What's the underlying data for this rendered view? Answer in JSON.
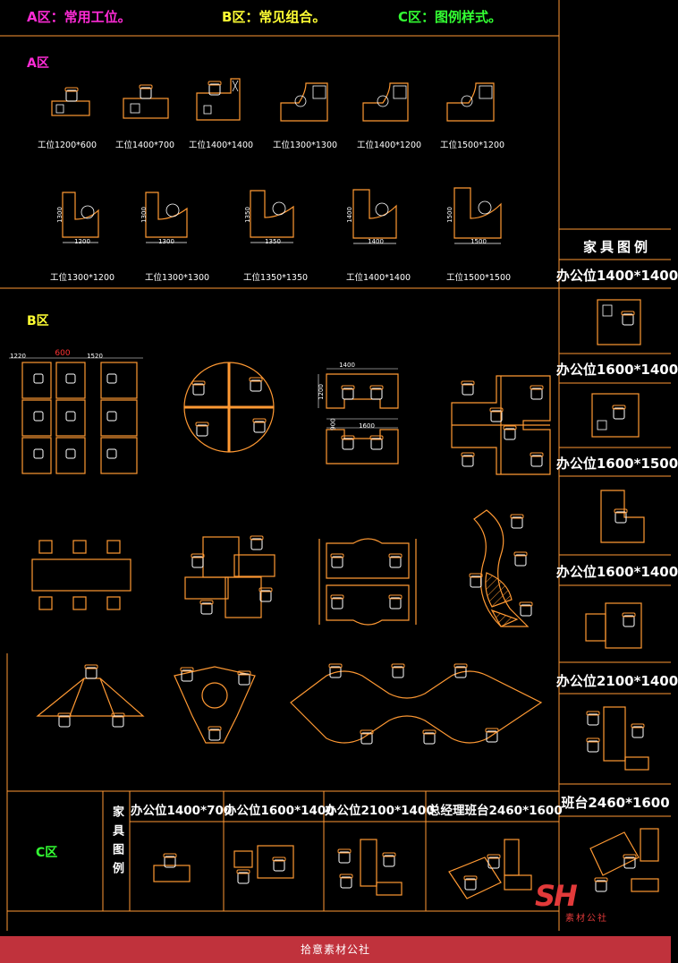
{
  "header": {
    "zone_a": "A区：常用工位。",
    "zone_b": "B区：常见组合。",
    "zone_c": "C区：图例样式。"
  },
  "section_a": {
    "label": "A区",
    "row1": [
      "工位1200*600",
      "工位1400*700",
      "工位1400*1400",
      "工位1300*1300",
      "工位1400*1200",
      "工位1500*1200"
    ],
    "row2": [
      "工位1300*1200",
      "工位1300*1300",
      "工位1350*1350",
      "工位1400*1400",
      "工位1500*1500"
    ],
    "dims_w": [
      "1200",
      "1300",
      "1350",
      "1400",
      "1500"
    ],
    "dims_h": [
      "1300",
      "1300",
      "1350",
      "1400",
      "1500"
    ]
  },
  "section_b": {
    "label": "B区",
    "dims": [
      "1220",
      "600",
      "1520",
      "1400",
      "1200",
      "1600",
      "900"
    ]
  },
  "section_c": {
    "label": "C区",
    "side_label": "家具图例",
    "items": [
      "办公位1400*700",
      "办公位1600*1400",
      "办公位2100*1400",
      "总经理班台2460*1600"
    ]
  },
  "legend": {
    "title": "家具图例",
    "items": [
      "办公位1400*1400",
      "办公位1600*1400",
      "办公位1600*1500",
      "办公位1600*1400",
      "办公位2100*1400",
      "班台2460*1600"
    ]
  },
  "watermark": {
    "brand": "SH",
    "sub": "素材公社"
  },
  "footer": {
    "text": "拾意素材公社"
  },
  "colors": {
    "orange": "#ff9933",
    "white": "#ffffff",
    "magenta": "#ff2bd6",
    "yellow": "#ffff33",
    "green": "#33ff33",
    "footer": "#c0323c"
  }
}
